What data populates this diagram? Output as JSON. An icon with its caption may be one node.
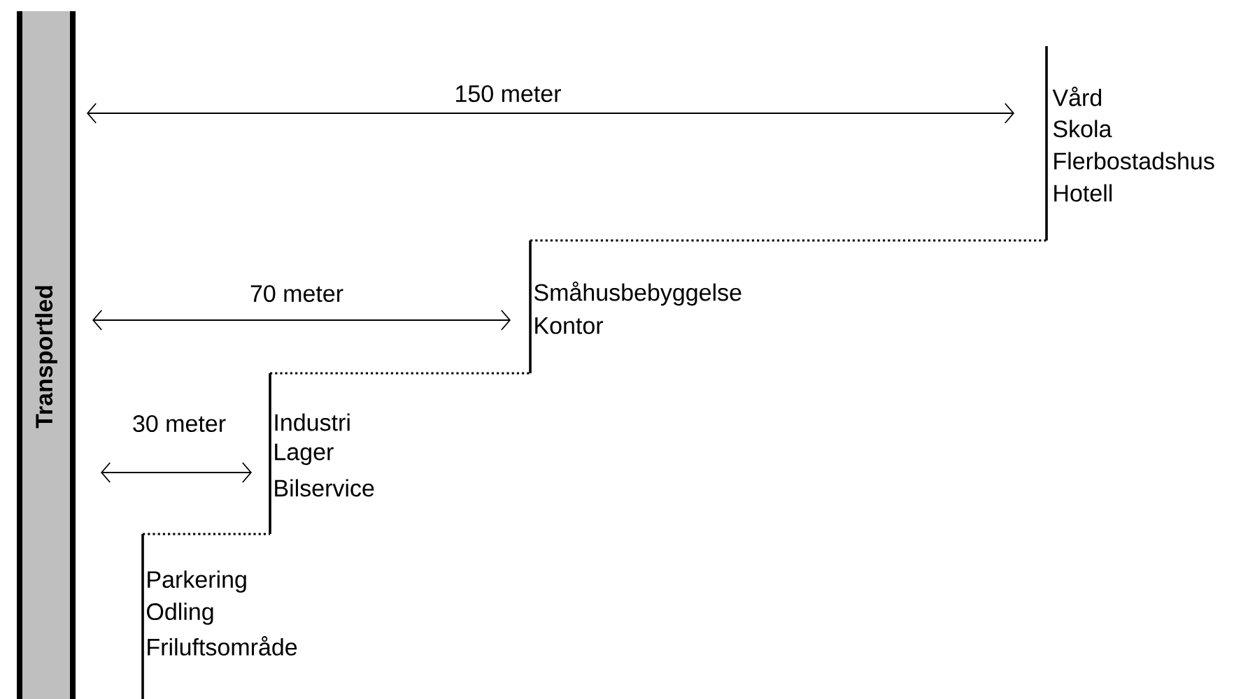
{
  "diagram": {
    "nodes": [
      {
        "text": [
          "Transportled"
        ]
      }
    ],
    "labels": [
      "150 meter",
      "Vård",
      "Skola",
      "Flerbostadshus",
      "Hotell",
      "70 meter",
      "Småhusbebyggelse",
      "Kontor",
      "30 meter",
      "Industri",
      "Lager",
      "Bilservice",
      "Parkering",
      "Odling",
      "Friluftsområde"
    ]
  }
}
